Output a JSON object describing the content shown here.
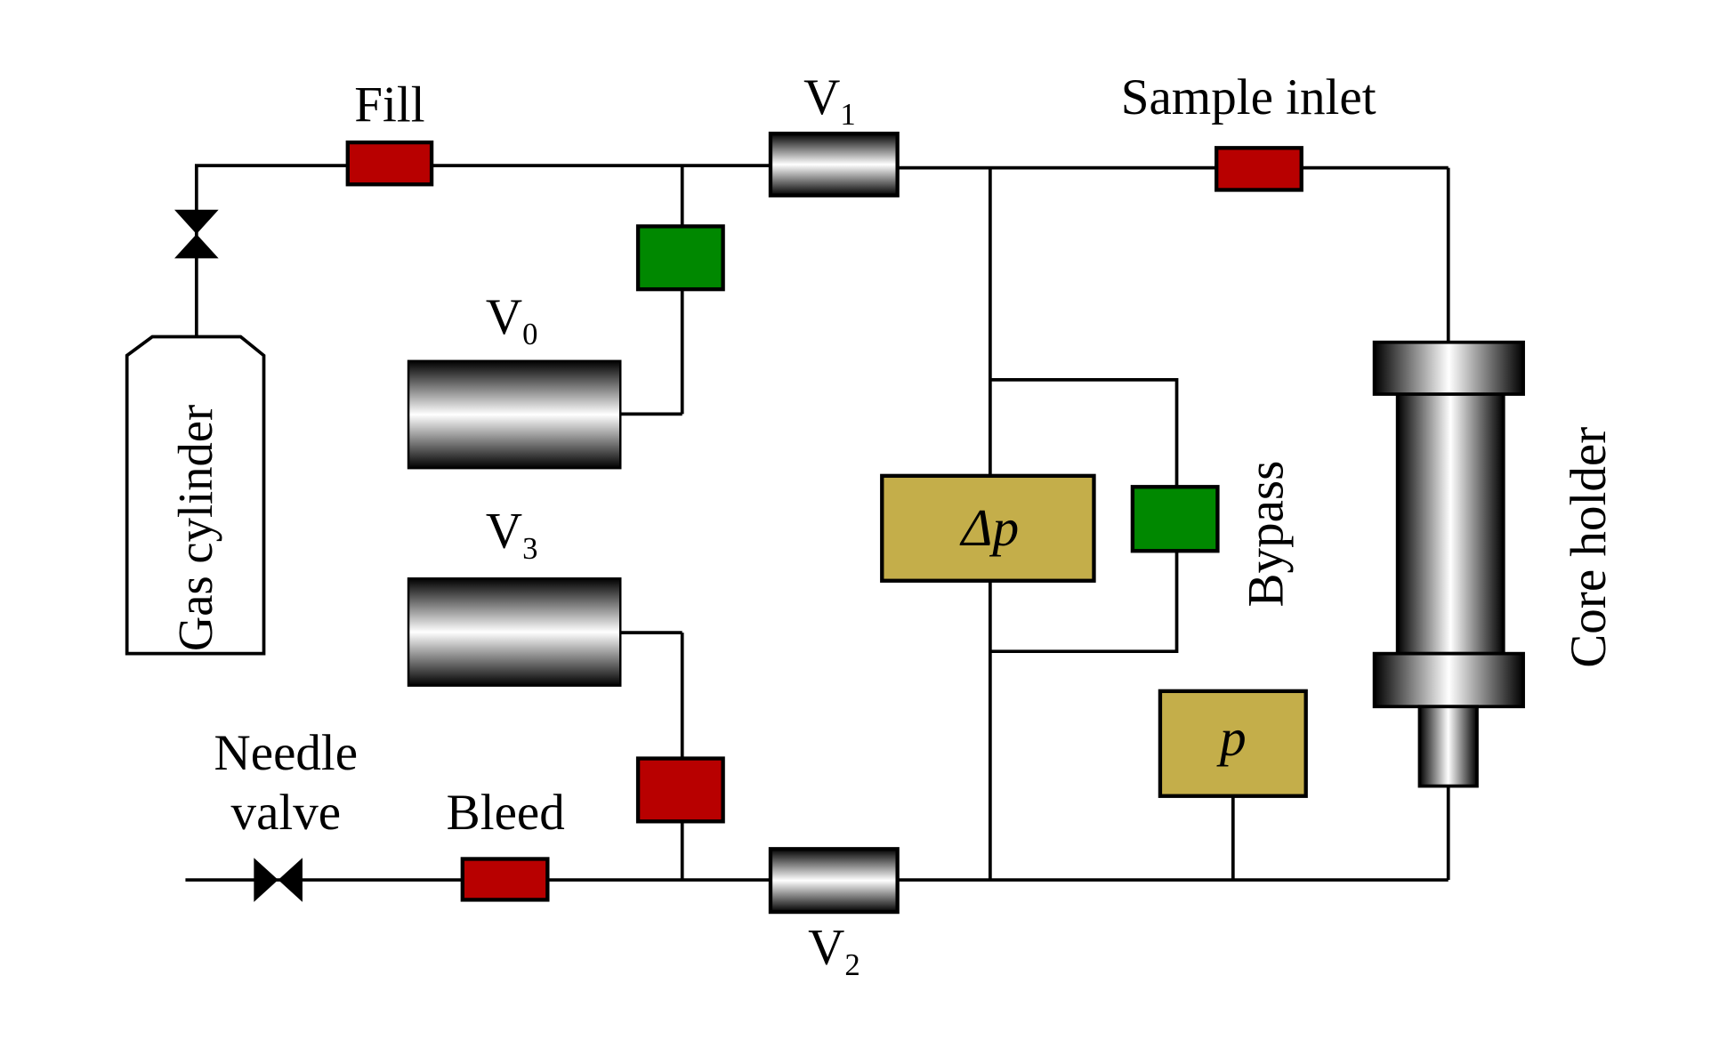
{
  "labels": {
    "fill": "Fill",
    "v1": "V",
    "v1_sub": "1",
    "sample_inlet": "Sample inlet",
    "v0": "V",
    "v0_sub": "0",
    "v3": "V",
    "v3_sub": "3",
    "gas_cylinder": "Gas cylinder",
    "delta_p": "Δp",
    "bypass": "Bypass",
    "core_holder": "Core holder",
    "p": "p",
    "needle_valve_line1": "Needle",
    "needle_valve_line2": "valve",
    "bleed": "Bleed",
    "v2": "V",
    "v2_sub": "2"
  },
  "colors": {
    "valve_red": "#b80000",
    "valve_green": "#008800",
    "gauge_gold": "#c4ae4a"
  }
}
